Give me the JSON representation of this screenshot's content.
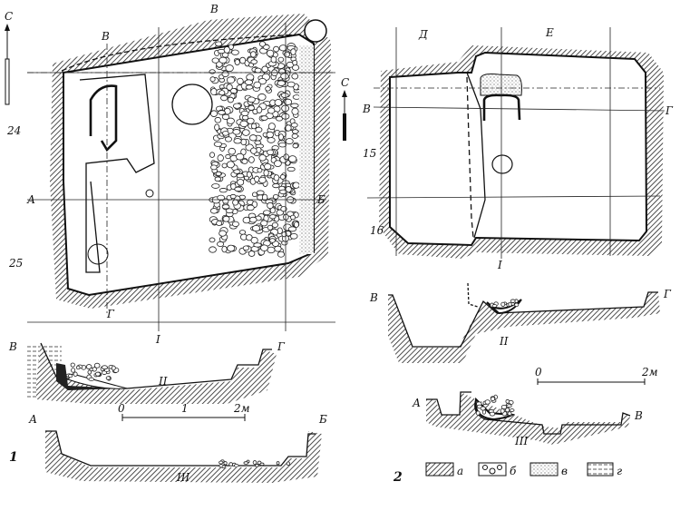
{
  "figure_1": {
    "number": "1",
    "north_label": "С",
    "plan": {
      "title": "I",
      "grid_labels": {
        "top_v": "В",
        "top_v2": "В",
        "row_24": "24",
        "row_25": "25",
        "a": "А",
        "b": "Б",
        "g": "Г"
      },
      "north_label_2": "С"
    },
    "section_ii": {
      "title": "II",
      "left": "В",
      "right": "Г"
    },
    "section_iii": {
      "title": "III",
      "left": "А",
      "right": "Б"
    },
    "scale": {
      "zero": "0",
      "mid": "1",
      "end": "2м"
    }
  },
  "figure_2": {
    "number": "2",
    "plan": {
      "title": "I",
      "grid_labels": {
        "d": "Д",
        "e": "Е",
        "v": "В",
        "g": "Г",
        "row_15": "15",
        "row_16": "16"
      }
    },
    "section_ii": {
      "title": "II",
      "left": "В",
      "right": "Г"
    },
    "section_iii": {
      "title": "III",
      "left": "А",
      "right": "В"
    },
    "scale": {
      "zero": "0",
      "end": "2м"
    },
    "legend": [
      {
        "key": "а",
        "pattern": "hatch"
      },
      {
        "key": "б",
        "pattern": "stones"
      },
      {
        "key": "в",
        "pattern": "stipple"
      },
      {
        "key": "г",
        "pattern": "lines"
      }
    ]
  }
}
